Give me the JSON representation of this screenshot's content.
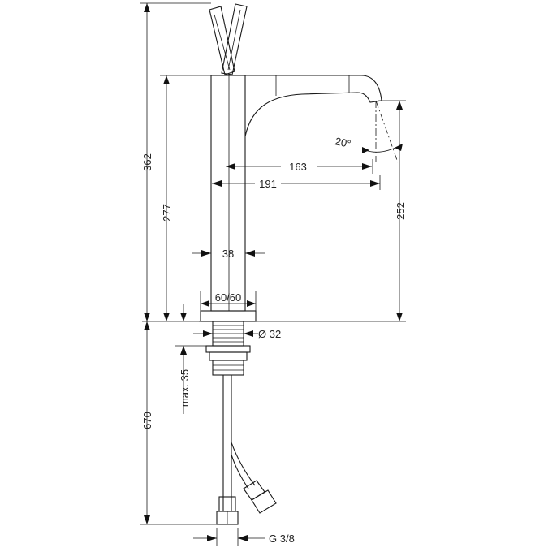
{
  "dimensions": {
    "total_height": "362",
    "spout_height": "277",
    "spout_projection": "163",
    "spout_reach": "191",
    "outlet_height": "252",
    "spout_angle": "20°",
    "body_width": "38",
    "base_size": "60/60",
    "shank_diameter": "Ø 32",
    "max_deck_thickness": "max. 35",
    "hose_length": "670",
    "connection_thread": "G 3/8"
  },
  "icons": [
    "dimension-arrow-icon"
  ]
}
